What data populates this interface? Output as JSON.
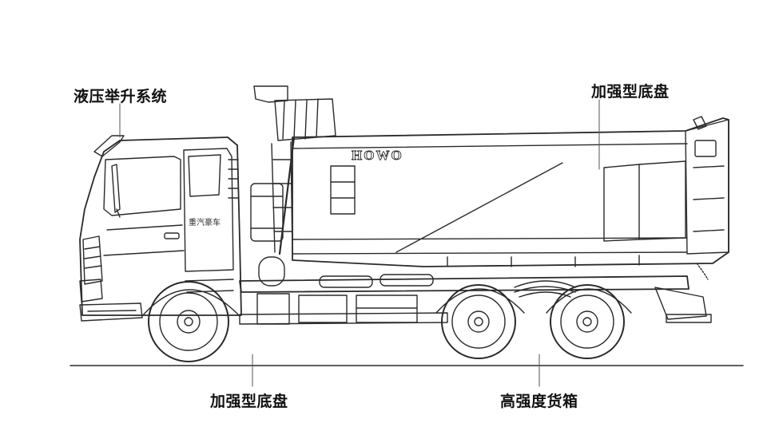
{
  "labels": {
    "hydraulic": "液压举升系统",
    "chassis_top": "加强型底盘",
    "chassis_bottom": "加强型底盘",
    "cargo_box": "高强度货箱"
  },
  "truck": {
    "brand_side": "HOWO",
    "cab_badge": "重汽豪车"
  },
  "colors": {
    "line": "#2a2a2a",
    "text": "#111111",
    "background": "#ffffff"
  }
}
